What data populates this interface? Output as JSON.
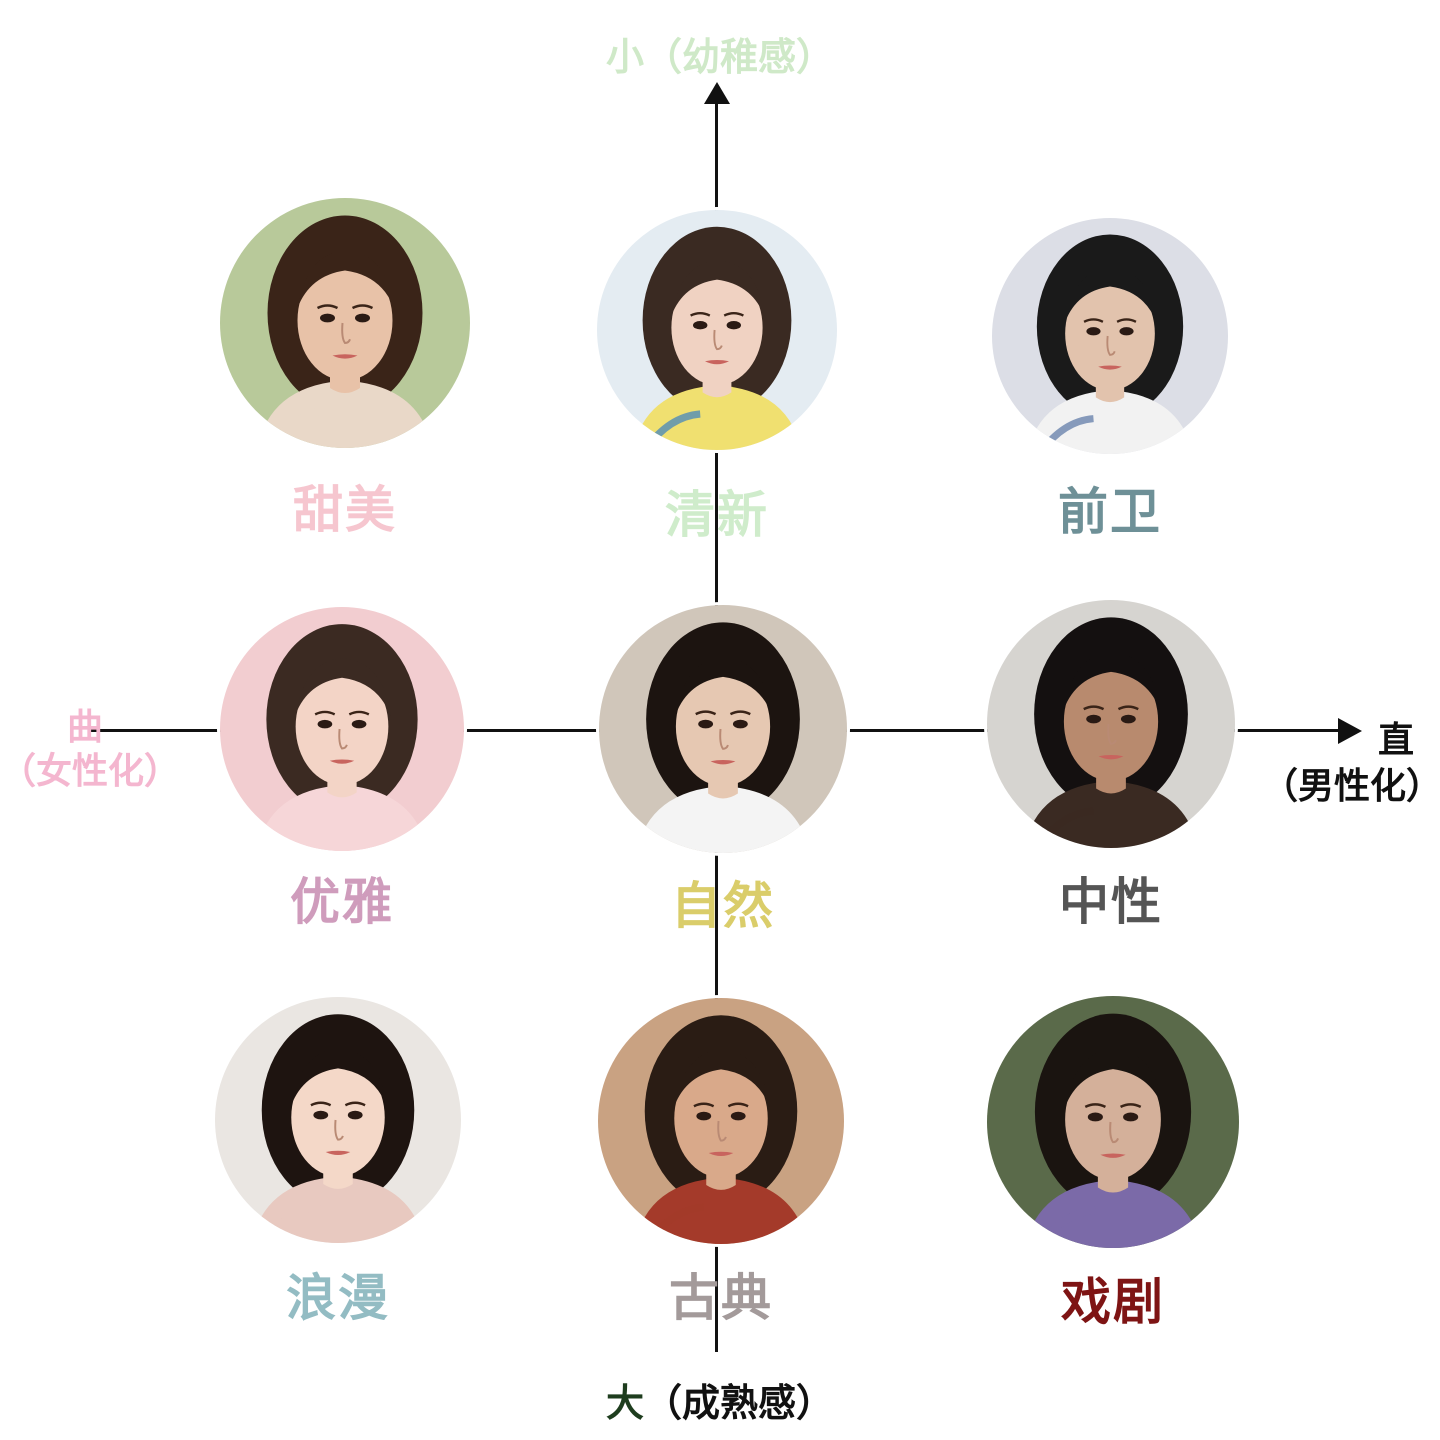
{
  "axes": {
    "top": {
      "main": "小",
      "sub": "（幼稚感）",
      "color": "#cfe9c8"
    },
    "bottom": {
      "main": "大",
      "sub": "（成熟感）",
      "main_color": "#1e3d1e",
      "sub_color": "#111111"
    },
    "left": {
      "main": "曲",
      "sub": "（女性化）",
      "color": "#f4b6cf"
    },
    "right": {
      "main": "直",
      "sub": "（男性化）",
      "color": "#111111"
    }
  },
  "styles": [
    {
      "id": "tianmei",
      "label": "甜美",
      "color": "#f6c6cf",
      "bg": "#b8c99a",
      "skin": "#e8c2a8",
      "hair": "#3a2418",
      "cloth": "#e9d8c8"
    },
    {
      "id": "qingxin",
      "label": "清新",
      "color": "#cfeccb",
      "bg": "#e4ecf2",
      "skin": "#f0d2c2",
      "hair": "#3a2a22",
      "cloth": "#f0e070",
      "accent": "#1a6fd0"
    },
    {
      "id": "qianwei",
      "label": "前卫",
      "color": "#6e9097",
      "bg": "#dcdee6",
      "skin": "#e2c3ad",
      "hair": "#1a1a1a",
      "cloth": "#f2f2f2",
      "accent": "#3e5f96"
    },
    {
      "id": "youya",
      "label": "优雅",
      "color": "#cf9cbc",
      "bg": "#f2cdd0",
      "skin": "#f3d4c6",
      "hair": "#3b2a22",
      "cloth": "#f6d6d8"
    },
    {
      "id": "ziran",
      "label": "自然",
      "color": "#dacd6a",
      "bg": "#d0c6ba",
      "skin": "#e6c8b2",
      "hair": "#1c1410",
      "cloth": "#f4f4f4"
    },
    {
      "id": "zhongxing",
      "label": "中性",
      "color": "#555555",
      "bg": "#d6d4d0",
      "skin": "#b88a6e",
      "hair": "#141010",
      "cloth": "#3a2a22"
    },
    {
      "id": "langman",
      "label": "浪漫",
      "color": "#93bcc3",
      "bg": "#eae6e2",
      "skin": "#f4d8c8",
      "hair": "#1e1410",
      "cloth": "#e8c9c0"
    },
    {
      "id": "gudian",
      "label": "古典",
      "color": "#a39a9a",
      "bg": "#c9a282",
      "skin": "#d9a98a",
      "hair": "#2a1c14",
      "cloth": "#a43a2a"
    },
    {
      "id": "xiju",
      "label": "戏剧",
      "color": "#7e1414",
      "bg": "#5a6a4a",
      "skin": "#d4b09a",
      "hair": "#1a1410",
      "cloth": "#7b6aa8"
    }
  ]
}
